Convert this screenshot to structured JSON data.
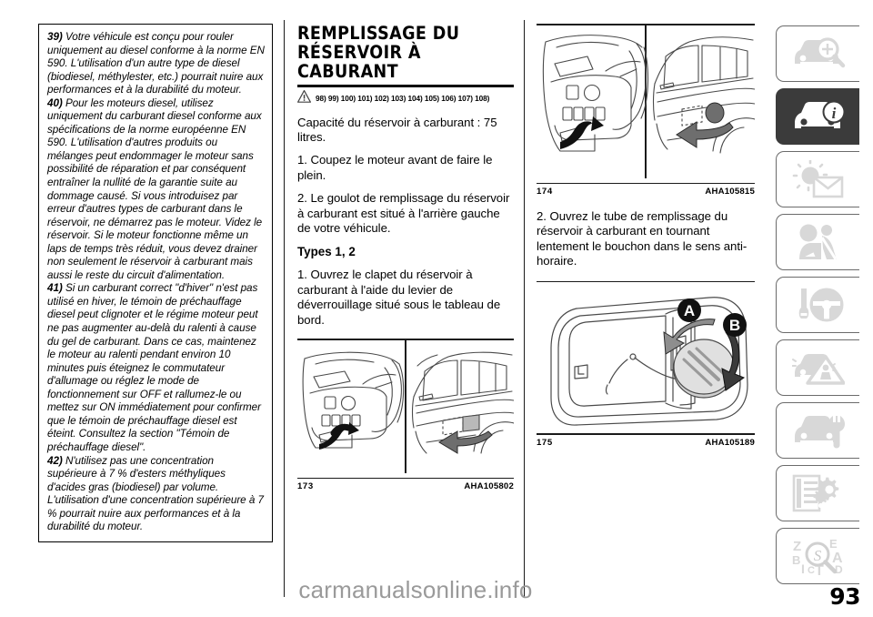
{
  "page": {
    "number": "93",
    "watermark": "carmanualsonline.info"
  },
  "left_column": {
    "warning_box": {
      "notes": [
        {
          "ref": "39)",
          "text": " Votre véhicule est conçu pour rouler uniquement au diesel conforme à la norme EN 590. L'utilisation d'un autre type de diesel (biodiesel, méthylester, etc.) pourrait nuire aux performances et à la durabilité du moteur."
        },
        {
          "ref": "40)",
          "text": " Pour les moteurs diesel, utilisez uniquement du carburant diesel conforme aux spécifications de la norme européenne EN 590. L'utilisation d'autres produits ou mélanges peut endommager le moteur sans possibilité de réparation et par conséquent entraîner la nullité de la garantie suite au dommage causé. Si vous introduisez par erreur d'autres types de carburant dans le réservoir, ne démarrez pas le moteur. Videz le réservoir. Si le moteur fonctionne même un laps de temps très réduit, vous devez drainer non seulement le réservoir à carburant mais aussi le reste du circuit d'alimentation."
        },
        {
          "ref": "41)",
          "text": " Si un carburant correct \"d'hiver\" n'est pas utilisé en hiver, le témoin de préchauffage diesel peut clignoter et le régime moteur peut ne pas augmenter au-delà du ralenti à cause du gel de carburant. Dans ce cas, maintenez le moteur au ralenti pendant environ 10 minutes puis éteignez le commutateur d'allumage ou réglez le mode de fonctionnement sur OFF et rallumez-le ou mettez sur ON immédiatement pour confirmer que le témoin de préchauffage diesel est éteint. Consultez la section \"Témoin de préchauffage diesel\"."
        },
        {
          "ref": "42)",
          "text": " N'utilisez pas une concentration supérieure à 7 % d'esters méthyliques d'acides gras (biodiesel) par volume. L'utilisation d'une concentration supérieure à 7 % pourrait nuire aux performances et à la durabilité du moteur."
        }
      ]
    }
  },
  "middle_column": {
    "title": "REMPLISSAGE DU RÉSERVOIR À CABURANT",
    "warning_refs": "98) 99) 100) 101) 102) 103) 104) 105) 106) 107) 108)",
    "paragraphs": [
      "Capacité du réservoir à carburant : 75 litres.",
      "1. Coupez le moteur avant de faire le plein.",
      "2. Le goulot de remplissage du réservoir à carburant est situé à l'arrière gauche de votre véhicule."
    ],
    "subheading": "Types 1, 2",
    "paragraphs_after": [
      "1. Ouvrez le clapet du réservoir à carburant à l'aide du levier de déverrouillage situé sous le tableau de bord."
    ],
    "figure": {
      "number": "173",
      "code": "AHA105802",
      "alt": "Two-panel line drawing: dashboard release lever and rear-left fuel flap location"
    }
  },
  "right_column": {
    "figure_top": {
      "number": "174",
      "code": "AHA105815",
      "alt": "Two-panel line drawing: dashboard lever detail and fuel flap opening"
    },
    "paragraphs": [
      "2. Ouvrez le tube de remplissage du réservoir à carburant en tournant lentement le bouchon dans le sens anti-horaire."
    ],
    "figure_bottom": {
      "number": "175",
      "code": "AHA105189",
      "labels": [
        "A",
        "B"
      ],
      "alt": "Line drawing of open fuel flap with filler cap and tether, arrows A and B"
    }
  },
  "tabbar": {
    "tabs": [
      {
        "name": "vehicle-overview",
        "icon": "car-magnifier-icon",
        "active": false
      },
      {
        "name": "vehicle-information",
        "icon": "car-info-icon",
        "active": true
      },
      {
        "name": "lights-and-wipers",
        "icon": "sun-envelope-icon",
        "active": false
      },
      {
        "name": "safety-restraints",
        "icon": "seatbelt-occupant-icon",
        "active": false
      },
      {
        "name": "starting-and-driving",
        "icon": "key-steering-wheel-icon",
        "active": false
      },
      {
        "name": "emergency",
        "icon": "breakdown-warning-icon",
        "active": false
      },
      {
        "name": "maintenance",
        "icon": "car-wrench-icon",
        "active": false
      },
      {
        "name": "specifications",
        "icon": "list-gears-icon",
        "active": false
      },
      {
        "name": "index",
        "icon": "alphabet-magnifier-icon",
        "active": false
      }
    ]
  },
  "colors": {
    "rule": "#1a1a1a",
    "tab_active_bg": "#3b3b3b",
    "tab_border": "#6b6b6b",
    "tab_icon": "#d8d8d8",
    "watermark": "#9a9a9a"
  }
}
